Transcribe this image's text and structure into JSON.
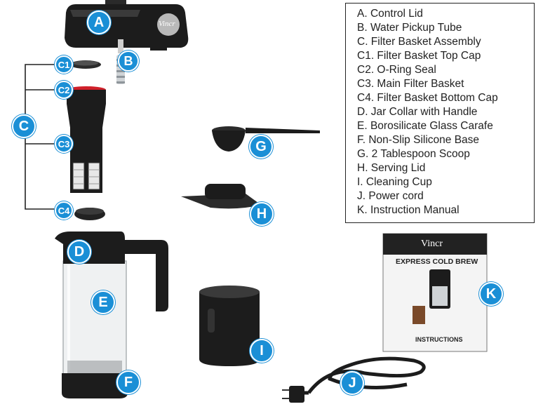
{
  "legend": {
    "items": [
      "A. Control Lid",
      "B. Water Pickup Tube",
      "C. Filter Basket Assembly",
      "C1. Filter Basket Top Cap",
      "C2. O-Ring Seal",
      "C3. Main Filter Basket",
      "C4. Filter Basket Bottom Cap",
      "D. Jar Collar with Handle",
      "E. Borosilicate Glass Carafe",
      "F. Non-Slip Silicone Base",
      "G. 2 Tablespoon Scoop",
      "H. Serving Lid",
      "I. Cleaning Cup",
      "J. Power cord",
      "K. Instruction Manual"
    ]
  },
  "badges": {
    "A": "A",
    "B": "B",
    "C": "C",
    "C1": "C1",
    "C2": "C2",
    "C3": "C3",
    "C4": "C4",
    "D": "D",
    "E": "E",
    "F": "F",
    "G": "G",
    "H": "H",
    "I": "I",
    "J": "J",
    "K": "K"
  },
  "lid_logo": "Vincr",
  "manual": {
    "brand": "Vincr",
    "title": "EXPRESS COLD BREW",
    "footer": "INSTRUCTIONS"
  },
  "colors": {
    "badge": "#1a8fd6",
    "product_black": "#1c1c1c",
    "oring_red": "#d0202a"
  }
}
